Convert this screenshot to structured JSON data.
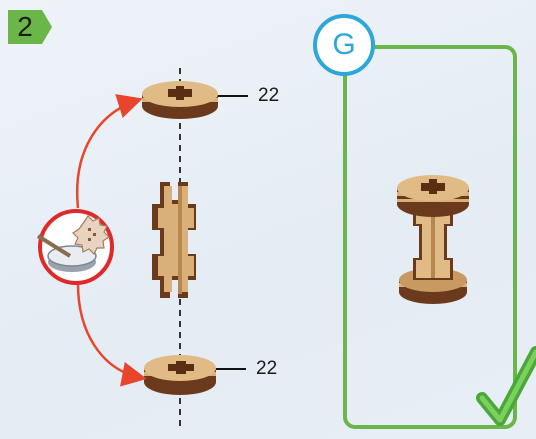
{
  "step": {
    "number": "2"
  },
  "callout": {
    "letter": "G"
  },
  "parts": {
    "top_disc_label": "22",
    "bottom_disc_label": "22"
  },
  "icons": {
    "glue": "glue-bowl-with-gear-icon",
    "check": "green-checkmark-icon"
  },
  "colors": {
    "step_badge": "#6ab648",
    "panel_border": "#6ab648",
    "callout_circle": "#2ba7dc",
    "arrow": "#e8452c",
    "wood": "#d9b07a",
    "wood_dark": "#6b3a1c"
  }
}
